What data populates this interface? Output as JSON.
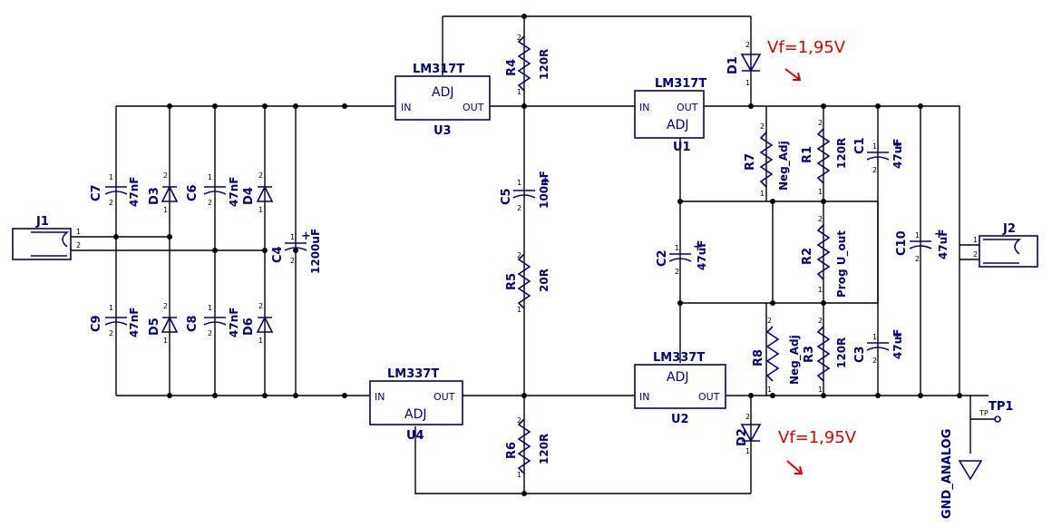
{
  "ics": {
    "u3": {
      "ref": "U3",
      "part": "LM317T",
      "in": "IN",
      "out": "OUT",
      "adj": "ADJ"
    },
    "u1": {
      "ref": "U1",
      "part": "LM317T",
      "in": "IN",
      "out": "OUT",
      "adj": "ADJ"
    },
    "u4": {
      "ref": "U4",
      "part": "LM337T",
      "in": "IN",
      "out": "OUT",
      "adj": "ADJ"
    },
    "u2": {
      "ref": "U2",
      "part": "LM337T",
      "in": "IN",
      "out": "OUT",
      "adj": "ADJ"
    }
  },
  "parts": {
    "r4": {
      "ref": "R4",
      "val": "120R"
    },
    "r5": {
      "ref": "R5",
      "val": "20R"
    },
    "r6": {
      "ref": "R6",
      "val": "120R"
    },
    "r7": {
      "ref": "R7",
      "val": "Neg_Adj"
    },
    "r1": {
      "ref": "R1",
      "val": "120R"
    },
    "r2": {
      "ref": "R2",
      "val": "Prog U_out"
    },
    "r8": {
      "ref": "R8",
      "val": "Neg_Adj"
    },
    "r3": {
      "ref": "R3",
      "val": "120R"
    },
    "c1": {
      "ref": "C1",
      "val": "47uF"
    },
    "c2": {
      "ref": "C2",
      "val": "47uF"
    },
    "c3": {
      "ref": "C3",
      "val": "47uF"
    },
    "c4": {
      "ref": "C4",
      "val": "1200uF"
    },
    "c5": {
      "ref": "C5",
      "val": "100nF"
    },
    "c6": {
      "ref": "C6",
      "val": "47nF"
    },
    "c7": {
      "ref": "C7",
      "val": "47nF"
    },
    "c8": {
      "ref": "C8",
      "val": "47nF"
    },
    "c9": {
      "ref": "C9",
      "val": "47nF"
    },
    "c10": {
      "ref": "C10",
      "val": "47uF"
    },
    "d1": {
      "ref": "D1"
    },
    "d2": {
      "ref": "D2"
    },
    "d3": {
      "ref": "D3"
    },
    "d4": {
      "ref": "D4"
    },
    "d5": {
      "ref": "D5"
    },
    "d6": {
      "ref": "D6"
    },
    "j1": {
      "ref": "J1"
    },
    "j2": {
      "ref": "J2"
    },
    "tp1": {
      "ref": "TP1",
      "tag": "TP"
    },
    "gnd": {
      "label": "GND_ANALOG"
    }
  },
  "pins": {
    "one": "1",
    "two": "2",
    "plus": "+"
  },
  "annotations": {
    "d1_vf": "Vf=1,95V",
    "d2_vf": "Vf=1,95V",
    "color": "#e00000"
  },
  "colors": {
    "component": "#00007a",
    "wire": "#000000",
    "annotation": "#e00000"
  }
}
